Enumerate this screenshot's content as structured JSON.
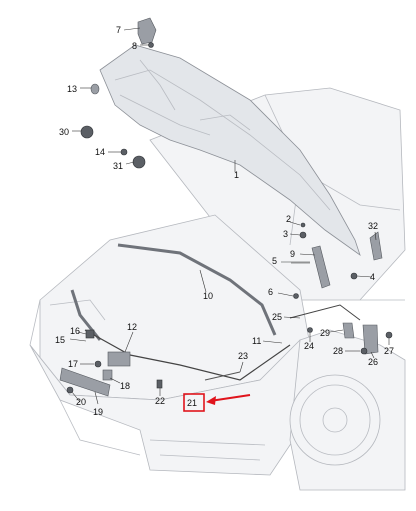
{
  "callouts": [
    {
      "id": "c1",
      "text": "1"
    },
    {
      "id": "c2",
      "text": "2"
    },
    {
      "id": "c3",
      "text": "3"
    },
    {
      "id": "c4",
      "text": "4"
    },
    {
      "id": "c5",
      "text": "5"
    },
    {
      "id": "c6",
      "text": "6"
    },
    {
      "id": "c7",
      "text": "7"
    },
    {
      "id": "c8",
      "text": "8"
    },
    {
      "id": "c9",
      "text": "9"
    },
    {
      "id": "c10",
      "text": "10"
    },
    {
      "id": "c11",
      "text": "11"
    },
    {
      "id": "c12",
      "text": "12"
    },
    {
      "id": "c13",
      "text": "13"
    },
    {
      "id": "c14",
      "text": "14"
    },
    {
      "id": "c15",
      "text": "15"
    },
    {
      "id": "c16",
      "text": "16"
    },
    {
      "id": "c17",
      "text": "17"
    },
    {
      "id": "c18",
      "text": "18"
    },
    {
      "id": "c19",
      "text": "19"
    },
    {
      "id": "c20",
      "text": "20"
    },
    {
      "id": "c21",
      "text": "21"
    },
    {
      "id": "c22",
      "text": "22"
    },
    {
      "id": "c23",
      "text": "23"
    },
    {
      "id": "c24",
      "text": "24"
    },
    {
      "id": "c25",
      "text": "25"
    },
    {
      "id": "c26",
      "text": "26"
    },
    {
      "id": "c27",
      "text": "27"
    },
    {
      "id": "c28",
      "text": "28"
    },
    {
      "id": "c29",
      "text": "29"
    },
    {
      "id": "c30",
      "text": "30"
    },
    {
      "id": "c31",
      "text": "31"
    },
    {
      "id": "c32",
      "text": "32"
    }
  ],
  "highlight": {
    "callout": "21",
    "color": "#e0141c"
  }
}
